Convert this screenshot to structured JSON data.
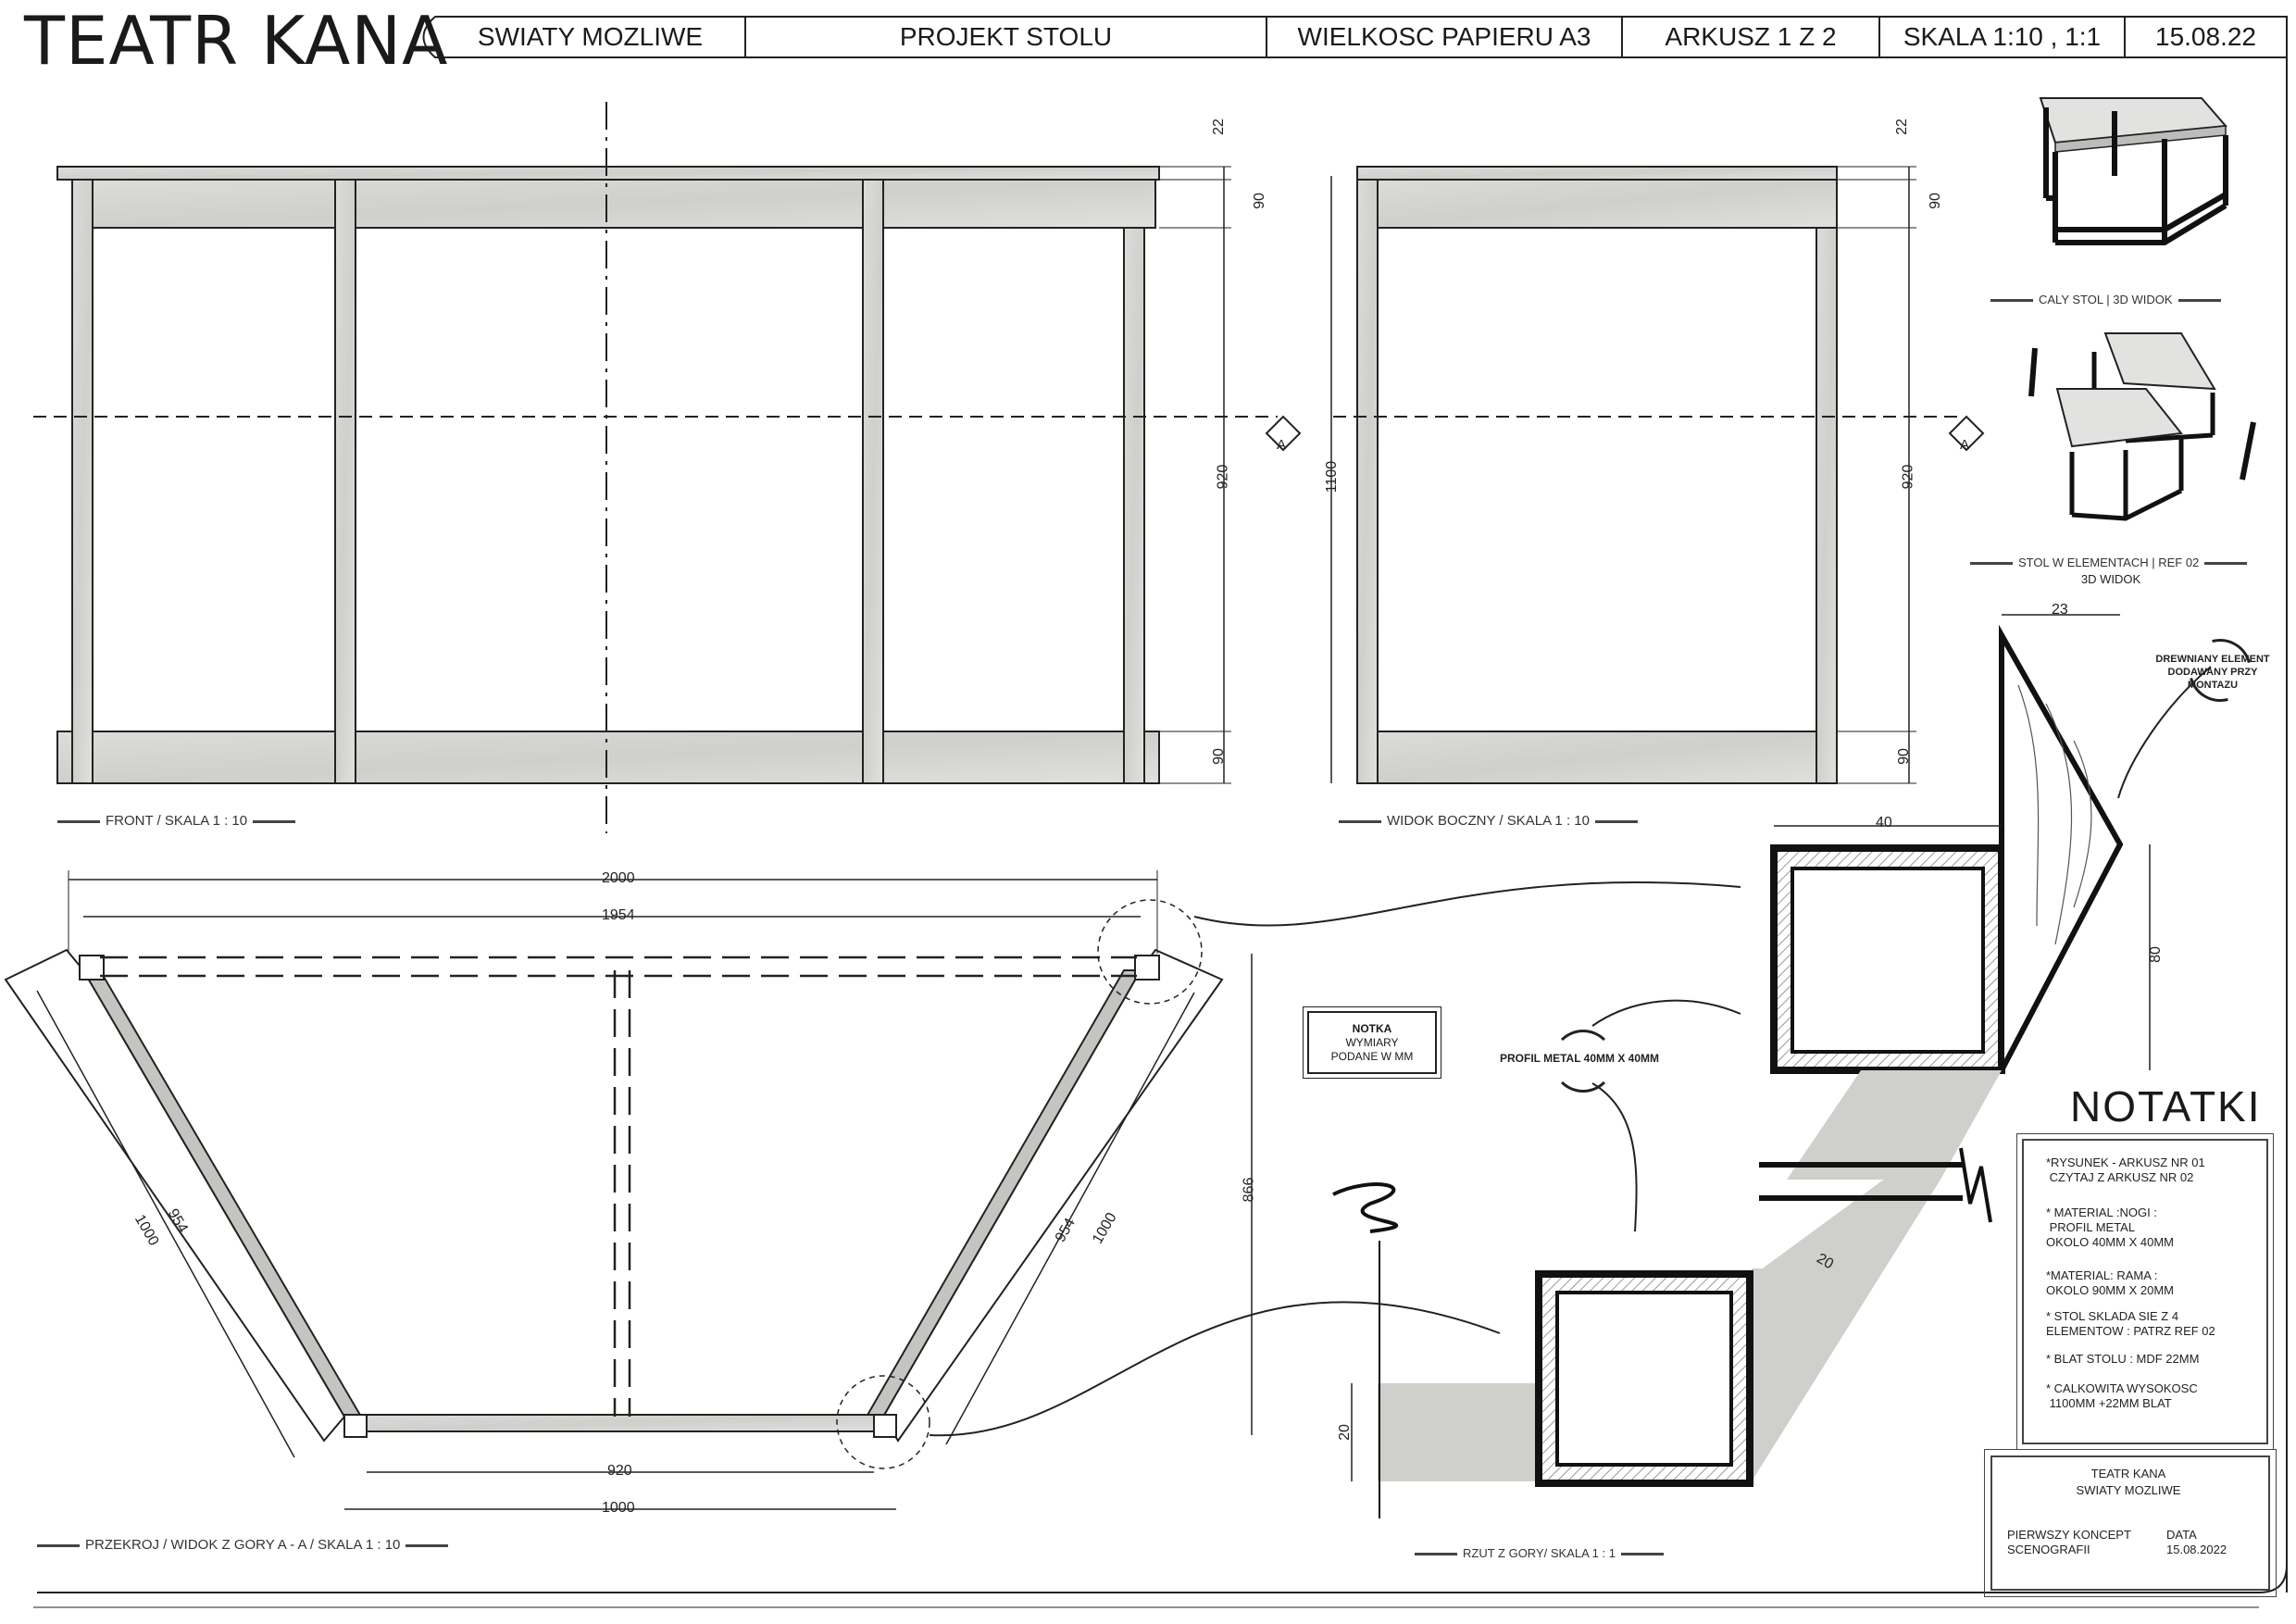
{
  "header": {
    "title": "TEATR KANA",
    "cells": [
      "SWIATY MOZLIWE",
      "PROJEKT STOLU",
      "WIELKOSC PAPIERU A3",
      "ARKUSZ 1 Z 2",
      "SKALA 1:10 , 1:1",
      "15.08.22"
    ]
  },
  "views": {
    "front_label": "FRONT / SKALA 1 : 10",
    "side_label": "WIDOK BOCZNY / SKALA 1 : 10",
    "section_label": "PRZEKROJ / WIDOK Z GORY    A  -  A   / SKALA 1 : 10",
    "detail_label": "RZUT Z GORY/ SKALA 1 : 1",
    "iso1_label": "CALY STOL  | 3D WIDOK",
    "iso2_label_1": "STOL W ELEMENTACH  | REF 02",
    "iso2_label_2": "3D WIDOK",
    "section_marker": "A"
  },
  "dims": {
    "front": [
      "22",
      "90",
      "920",
      "90"
    ],
    "side": [
      "22",
      "90",
      "920",
      "90",
      "1100"
    ],
    "plan": [
      "2000",
      "1954",
      "1000",
      "954",
      "954",
      "1000",
      "866",
      "920",
      "1000"
    ],
    "detail": [
      "23",
      "40",
      "80",
      "20",
      "20"
    ]
  },
  "annotations": {
    "wood_1": "DREWNIANY ELEMENT",
    "wood_2": "DODAWANY PRZY",
    "wood_3": "MONTAZU",
    "profile": "PROFIL METAL 40MM X 40MM",
    "notka_title": "NOTKA",
    "notka_1": "WYMIARY",
    "notka_2": "PODANE W MM"
  },
  "notes": {
    "title": "NOTATKI",
    "items": [
      "*RYSUNEK - ARKUSZ NR 01\n CZYTAJ Z ARKUSZ NR 02",
      "* MATERIAL :NOGI :\n PROFIL METAL\nOKOLO 40MM X 40MM",
      "*MATERIAL: RAMA :\nOKOLO 90MM X 20MM",
      "* STOL SKLADA SIE Z 4\nELEMENTOW : PATRZ REF 02",
      "* BLAT STOLU : MDF 22MM",
      "* CALKOWITA WYSOKOSC\n 1100MM +22MM BLAT"
    ]
  },
  "titleblock": {
    "name_1": "TEATR KANA",
    "name_2": "SWIATY MOZLIWE",
    "concept_1": "PIERWSZY KONCEPT",
    "concept_2": "SCENOGRAFII",
    "date_label": "DATA",
    "date_value": "15.08.2022"
  },
  "colors": {
    "line": "#1a1a1a",
    "concrete": "#d8d8d6",
    "concrete_dark": "#c4c4c1"
  }
}
